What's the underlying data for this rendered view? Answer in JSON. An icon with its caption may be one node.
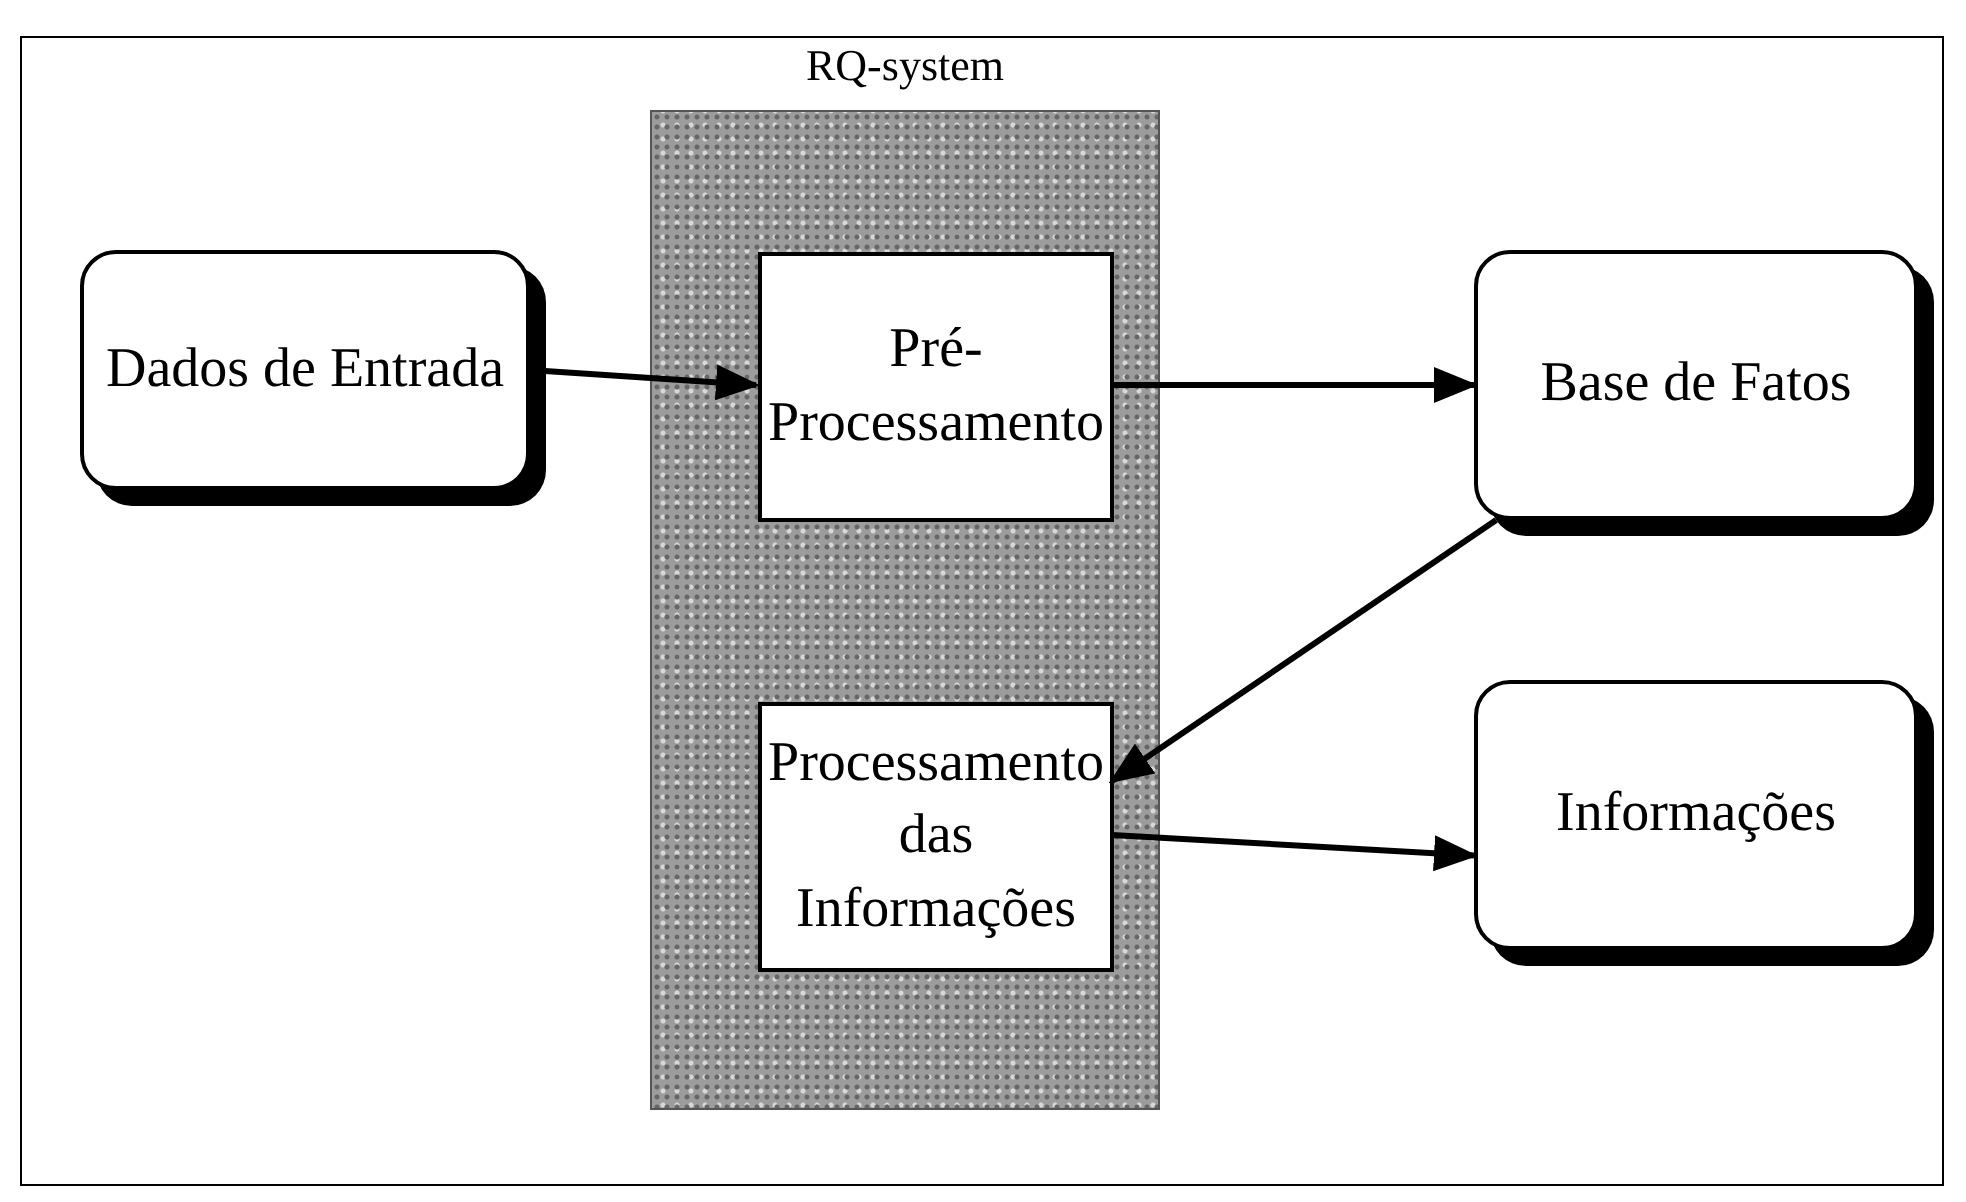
{
  "diagram": {
    "nodes": [
      {
        "text": [
          "Dados de Entrada"
        ]
      },
      {
        "text": [
          "RQ-system"
        ]
      },
      {
        "text": [
          "Pré-Processamento"
        ],
        "in": 1
      },
      {
        "text": [
          "Base de Fatos"
        ]
      },
      {
        "text": [
          "Processamento das Informações"
        ],
        "in": 1
      },
      {
        "text": [
          "Informações"
        ]
      }
    ],
    "edges": [
      {
        "from": 0,
        "to": 2,
        "arrow": "to"
      },
      {
        "from": 2,
        "to": 3,
        "arrow": "to"
      },
      {
        "from": 3,
        "to": 4,
        "arrow": "to"
      },
      {
        "from": 4,
        "to": 5,
        "arrow": "to"
      }
    ]
  }
}
